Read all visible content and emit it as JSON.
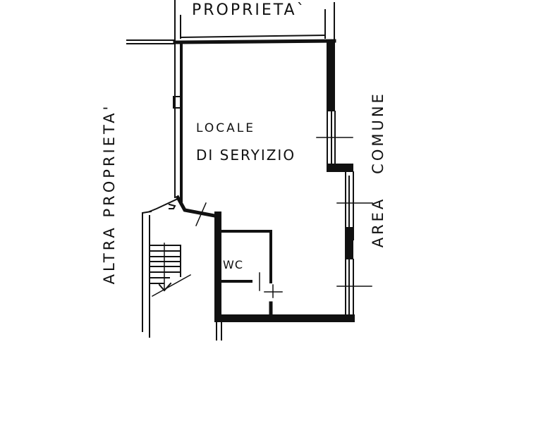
{
  "plan": {
    "labels": {
      "top_neighbor": "PROPRIETA`",
      "left_neighbor": "ALTRA PROPRIETA'",
      "right_area_word1": "COMUNE",
      "right_area_word2": "AREA",
      "room_line1": "LOCALE",
      "room_line2": "DI SERYIZIO",
      "wc": "WC"
    },
    "colors": {
      "ink": "#111111",
      "background": "#ffffff"
    }
  }
}
